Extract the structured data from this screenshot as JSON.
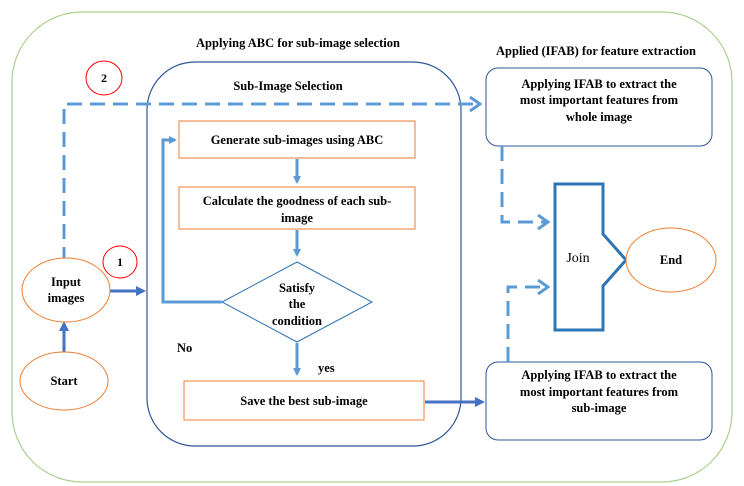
{
  "titles": {
    "abc_selection": "Applying ABC for sub-image selection",
    "ifab_extraction": "Applied (IFAB) for feature extraction",
    "sub_image_selection": "Sub-Image Selection"
  },
  "markers": {
    "path_1": "1",
    "path_2": "2"
  },
  "nodes": {
    "start": "Start",
    "input_images_line1": "Input",
    "input_images_line2": "images",
    "generate": "Generate sub-images using ABC",
    "calculate_line1": "Calculate the goodness of each sub-",
    "calculate_line2": "image",
    "decision_line1": "Satisfy",
    "decision_line2": "the",
    "decision_line3": "condition",
    "save": "Save the best sub-image",
    "ifab_whole_line1": "Applying IFAB to extract the",
    "ifab_whole_line2": "most important features from",
    "ifab_whole_line3": "whole image",
    "ifab_sub_line1": "Applying IFAB to extract the",
    "ifab_sub_line2": "most important features from",
    "ifab_sub_line3": "sub-image",
    "join": "Join",
    "end": "End"
  },
  "edge_labels": {
    "no": "No",
    "yes": "yes"
  },
  "colors": {
    "outer_border": "#a9d08e",
    "panel_border": "#2e5597",
    "box_border": "#ed7d31",
    "marker_border": "#ff0000",
    "arrow_light": "#5b9bd5",
    "arrow_dark": "#4472c4",
    "join_border": "#2e75b6",
    "text": "#000000"
  }
}
